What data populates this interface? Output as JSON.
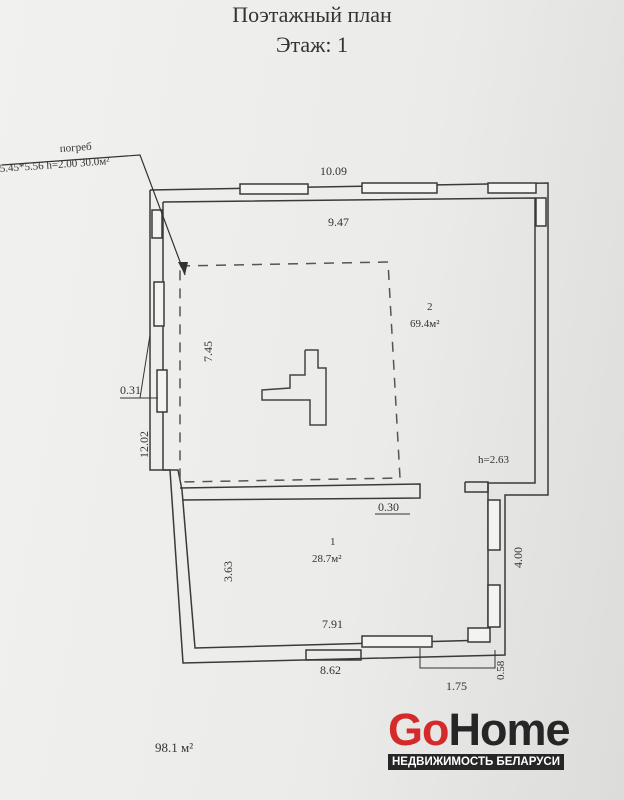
{
  "header": {
    "title": "Поэтажный план",
    "floor": "Этаж: 1"
  },
  "cellar": {
    "label": "погреб",
    "spec": "5.45*5.56  h=2.00  30.0м²"
  },
  "dimensions": {
    "top_outer": "10.09",
    "top_inner": "9.47",
    "cellar_side": "7.45",
    "wall_gap": "0.31",
    "left_total": "12.02",
    "partition": "0.30",
    "ceiling": "h=2.63",
    "room1_side": "3.63",
    "right_lower": "4.00",
    "bottom_inner": "7.91",
    "bottom_outer": "8.62",
    "porch_width": "1.75",
    "porch_depth": "0.58"
  },
  "rooms": [
    {
      "number": "2",
      "area": "69.4м²"
    },
    {
      "number": "1",
      "area": "28.7м²"
    }
  ],
  "total_area": "98.1 м²",
  "logo": {
    "go": "Go",
    "home": "Home",
    "tagline": "НЕДВИЖИМОСТЬ БЕЛАРУСИ"
  },
  "colors": {
    "wall": "#3a3a3a",
    "logo_red": "#d42a2a",
    "logo_dark": "#262626"
  }
}
